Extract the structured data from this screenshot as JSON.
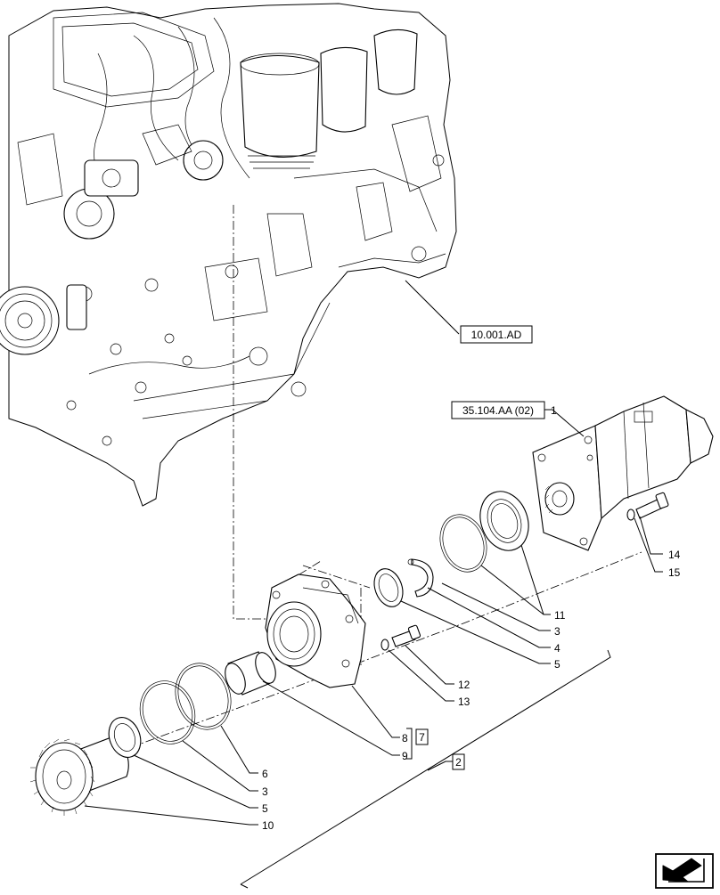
{
  "references": {
    "engine": "10.001.AD",
    "pump": "35.104.AA (02)"
  },
  "callouts": {
    "c1": "1",
    "c3a": "3",
    "c3b": "3",
    "c4": "4",
    "c5a": "5",
    "c5b": "5",
    "c6": "6",
    "c7": "7",
    "c8": "8",
    "c9": "9",
    "c10": "10",
    "c11": "11",
    "c12": "12",
    "c13": "13",
    "c14": "14",
    "c15": "15",
    "c2": "2"
  },
  "nav_icon": "next-page-arrow-icon"
}
